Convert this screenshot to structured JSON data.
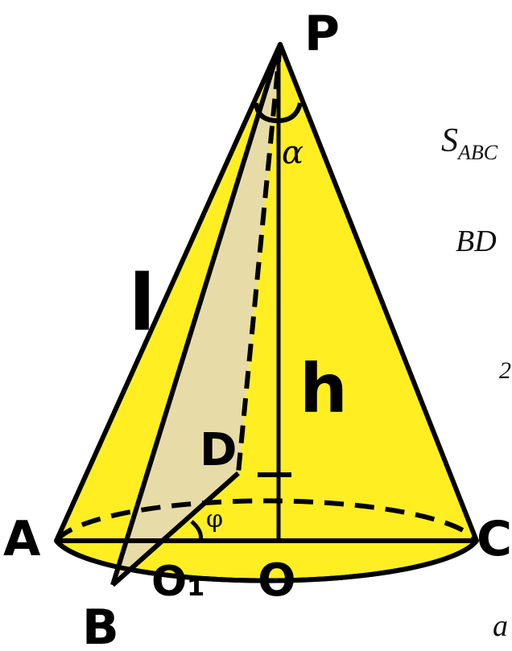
{
  "colors": {
    "cone_fill": "#ffee22",
    "section_fill": "#e7dca8",
    "line": "#000000",
    "background": "#ffffff"
  },
  "points": {
    "P": "P",
    "A": "A",
    "B": "B",
    "C": "C",
    "D": "D",
    "O": "O",
    "O1": "O₁"
  },
  "labels": {
    "slant": "l",
    "height": "h",
    "alpha": "α",
    "phi": "φ"
  },
  "side_text": {
    "line1": "S",
    "line1_sub": "ABC",
    "line2": "BD",
    "line3": "2",
    "line4": "a"
  }
}
